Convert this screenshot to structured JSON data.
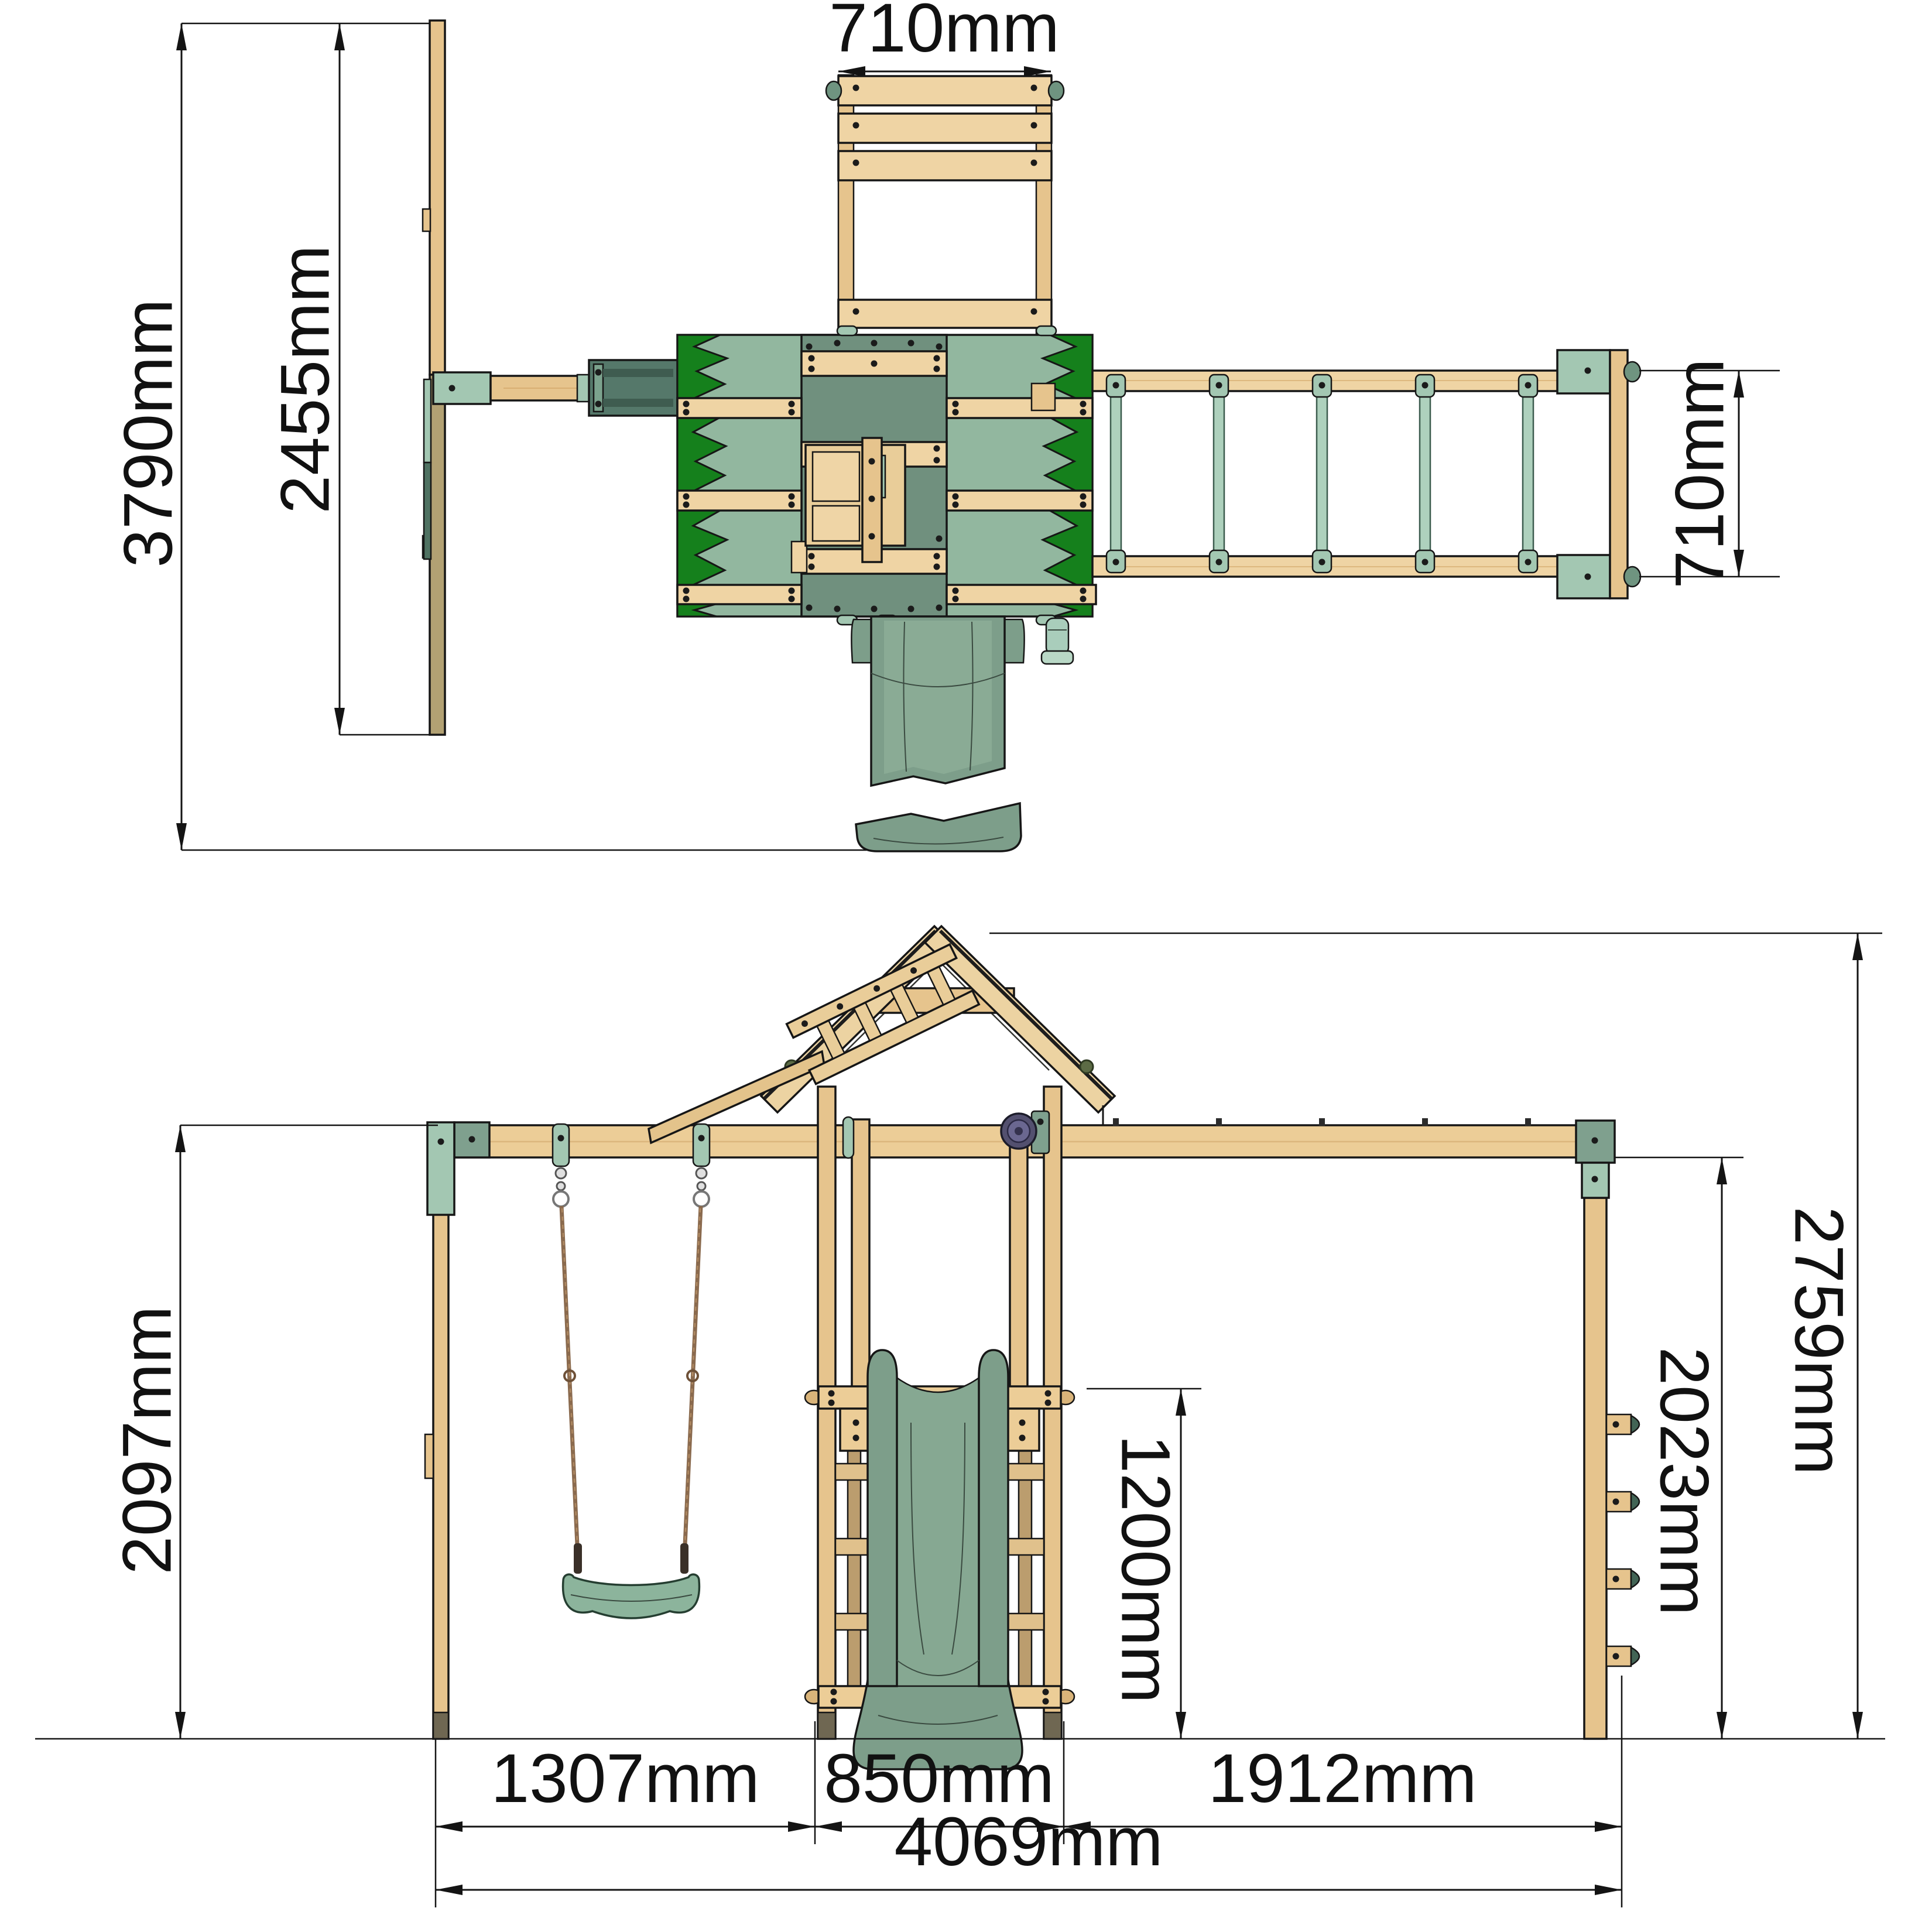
{
  "units": "mm",
  "top_view": {
    "dim_ladder_width": "710mm",
    "dim_total_depth": "3790mm",
    "dim_swing_frame_depth": "2455mm",
    "dim_monkey_bar_width": "710mm"
  },
  "front_view": {
    "dim_swing_frame_height": "2097mm",
    "dim_platform_height": "1200mm",
    "dim_frame_post_height": "2023mm",
    "dim_overall_height": "2759mm",
    "dim_swing_section_width": "1307mm",
    "dim_tower_section_width": "850mm",
    "dim_monkey_bar_section_width": "1912mm",
    "dim_overall_width": "4069mm"
  },
  "colors": {
    "outline": "#161616",
    "dimension_lines": "#141414",
    "wood_light": "#efd4a4",
    "wood": "#e6c48d",
    "wood_shade": "#d9b47a",
    "wood_rail_dark": "#bb9d6e",
    "wood_olive": "#b2a173",
    "sage_bracket": "#a3c7b2",
    "sage_light": "#b9d8c6",
    "roof_panel_green": "#92b79f",
    "roof_ridge_green": "#70907e",
    "bright_green": "#15801c",
    "hanger_green": "#4f7262",
    "slide_green": "#7d9e8a",
    "slide_green_light": "#8aab95",
    "rope_brown": "#8a6a4e",
    "wheel_purple": "#53506f",
    "foot_gray": "#6f6752"
  }
}
